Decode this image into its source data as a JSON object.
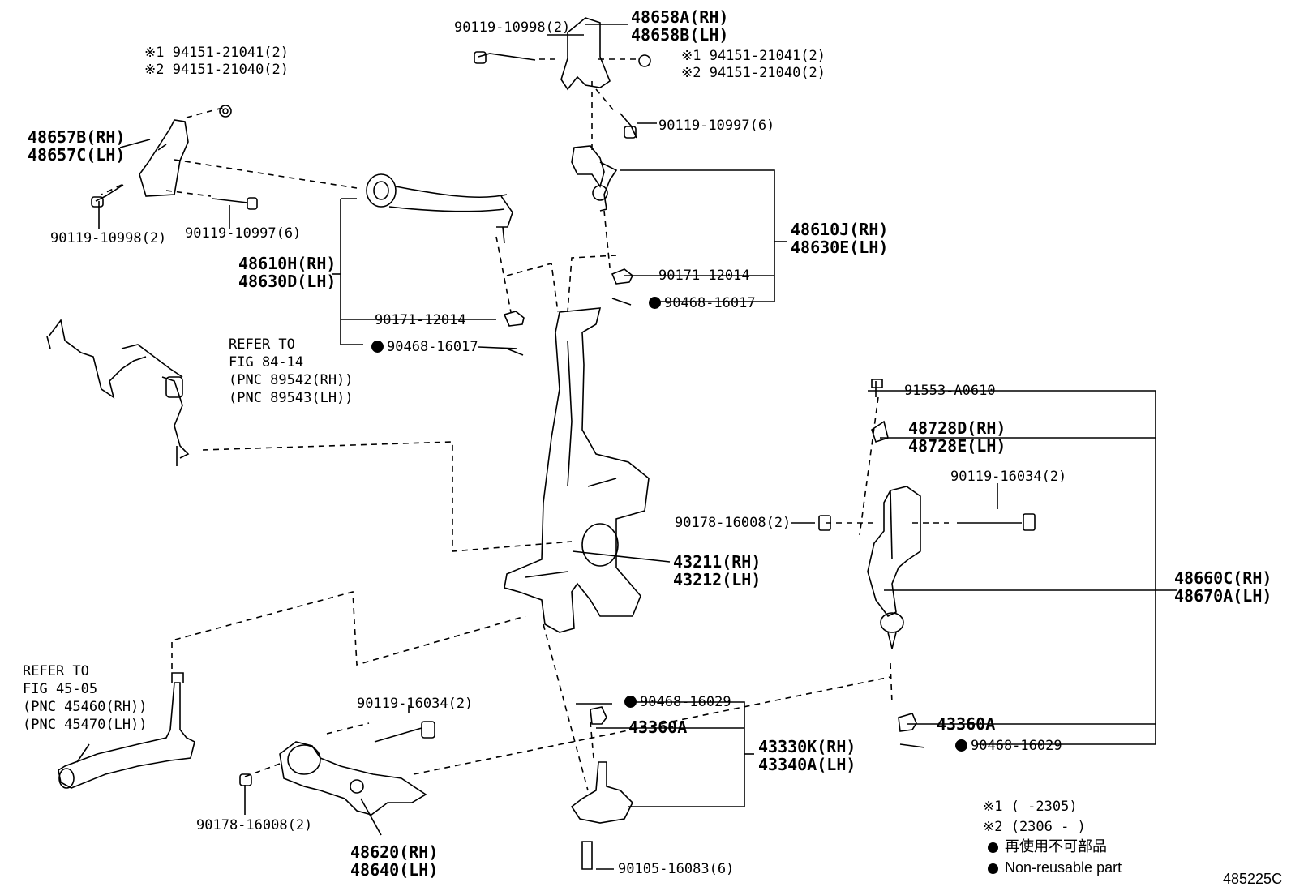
{
  "labels": {
    "p48658": [
      "48658A(RH)",
      "48658B(LH)"
    ],
    "p90119_10998_top": "90119-10998(2)",
    "p94151_top": [
      "※1 94151-21041(2)",
      "※2 94151-21040(2)"
    ],
    "p90119_10997_top": "90119-10997(6)",
    "p94151_left": [
      "※1 94151-21041(2)",
      "※2 94151-21040(2)"
    ],
    "p48657": [
      "48657B(RH)",
      "48657C(LH)"
    ],
    "p90119_10998_left": "90119-10998(2)",
    "p90119_10997_left": "90119-10997(6)",
    "p48610H": [
      "48610H(RH)",
      "48630D(LH)"
    ],
    "p90171_left": "90171-12014",
    "p90468_left": "90468-16017",
    "p48610J": [
      "48610J(RH)",
      "48630E(LH)"
    ],
    "p90171_right": "90171-12014",
    "p90468_right": "90468-16017",
    "refer_sensor": [
      "REFER TO",
      "FIG 84-14",
      "(PNC 89542(RH))",
      "(PNC 89543(LH))"
    ],
    "p91553": "91553-A0610",
    "p48728": [
      "48728D(RH)",
      "48728E(LH)"
    ],
    "p90119_16034_right": "90119-16034(2)",
    "p90178_right": "90178-16008(2)",
    "p43211": [
      "43211(RH)",
      "43212(LH)"
    ],
    "p48660": [
      "48660C(RH)",
      "48670A(LH)"
    ],
    "refer_tie": [
      "REFER TO",
      "FIG 45-05",
      "(PNC 45460(RH))",
      "(PNC 45470(LH))"
    ],
    "p90119_16034_bottom": "90119-16034(2)",
    "p90468_16029_mid": "90468-16029",
    "p43360A_mid": "43360A",
    "p43330": [
      "43330K(RH)",
      "43340A(LH)"
    ],
    "p43360A_right": "43360A",
    "p90468_16029_right": "90468-16029",
    "p90178_bottom": "90178-16008(2)",
    "p48620": [
      "48620(RH)",
      "48640(LH)"
    ],
    "p90105": "90105-16083(6)",
    "legend": [
      "※1 (      -2305)",
      "※2 (2306 -      )",
      "再使用不可部品",
      "Non-reusable part"
    ],
    "fig_code": "485225C"
  }
}
